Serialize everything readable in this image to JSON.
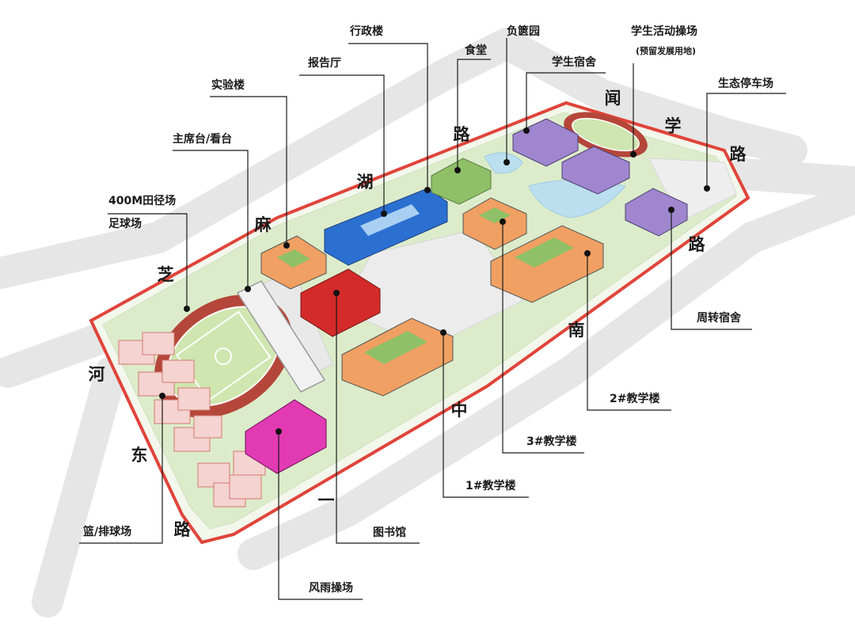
{
  "labels": {
    "admin": "行政楼",
    "garden": "负篋园",
    "activity_field": "学生活动操场",
    "activity_field_note": "(预留发展用地)",
    "canteen": "食堂",
    "dorm": "学生宿舍",
    "auditorium": "报告厅",
    "lab": "实验楼",
    "eco_parking": "生态停车场",
    "grandstand": "主席台/看台",
    "track": "400M田径场",
    "football": "足球场",
    "turnover_dorm": "周转宿舍",
    "teaching2": "2#教学楼",
    "teaching3": "3#教学楼",
    "teaching1": "1#教学楼",
    "basketball": "篮/排球场",
    "library": "图书馆",
    "rain_court": "风雨操场"
  },
  "roads": {
    "zhima": [
      "芝",
      "麻",
      "湖",
      "路"
    ],
    "wenxue": [
      "闻",
      "学",
      "路"
    ],
    "nanzhong": [
      "南",
      "中",
      "一"
    ],
    "hedong": [
      "河",
      "东",
      "路"
    ]
  },
  "colors": {
    "admin": "#2b6fd1",
    "library": "#d42a2a",
    "rain_court": "#e23ab3",
    "teaching": "#f0a062",
    "dorm": "#9f86cf",
    "canteen": "#8fc067",
    "green": "#d6e9c0",
    "boundary": "#e0443a",
    "track": "#b5463a",
    "water": "#bcdff0"
  }
}
